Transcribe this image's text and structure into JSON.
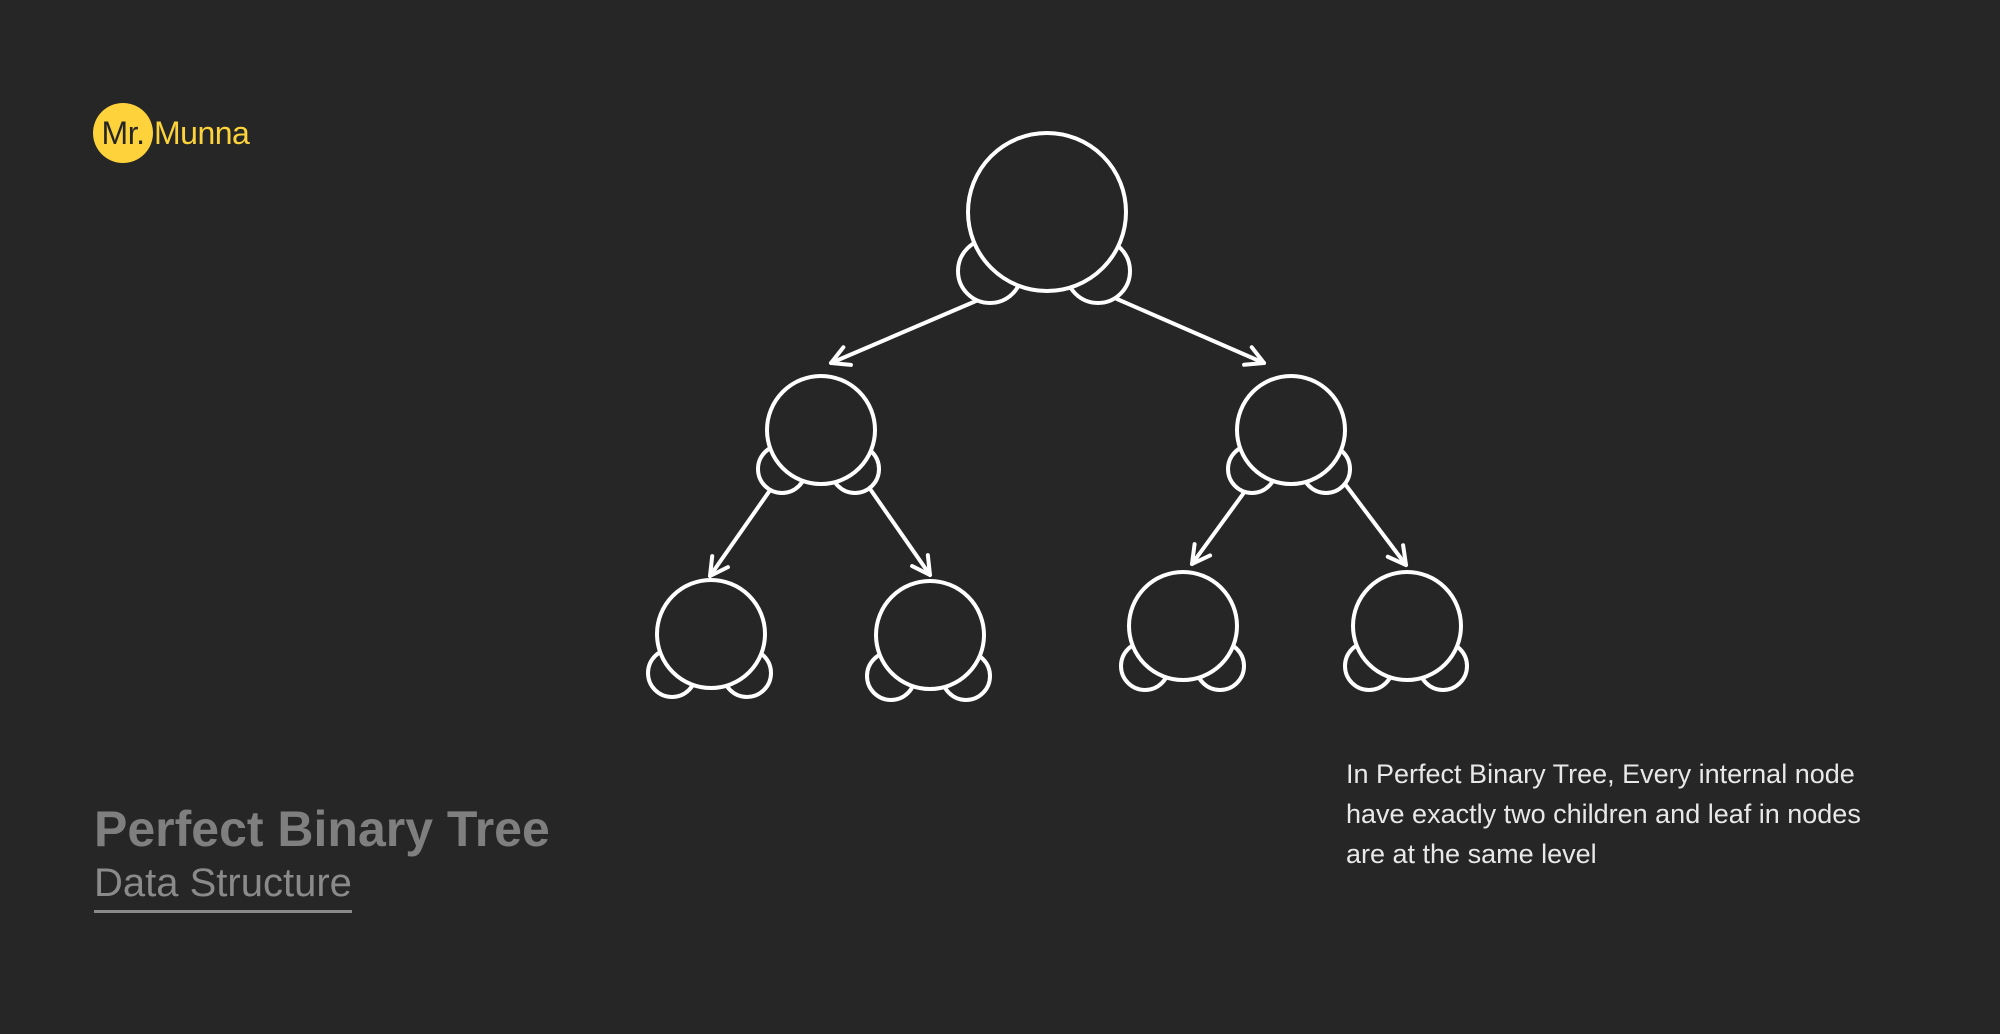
{
  "brand": {
    "mr": "Mr.",
    "name": "Munna",
    "accent_color": "#FDD23A"
  },
  "colors": {
    "background": "#262626",
    "stroke": "#FFFFFF",
    "title": "#7F7F7F"
  },
  "diagram": {
    "nodes": [
      {
        "id": "root"
      },
      {
        "id": "left"
      },
      {
        "id": "right"
      },
      {
        "id": "left-left"
      },
      {
        "id": "left-right"
      },
      {
        "id": "right-left"
      },
      {
        "id": "right-right"
      }
    ],
    "edges": [
      {
        "from": "root",
        "to": "left"
      },
      {
        "from": "root",
        "to": "right"
      },
      {
        "from": "left",
        "to": "left-left"
      },
      {
        "from": "left",
        "to": "left-right"
      },
      {
        "from": "right",
        "to": "right-left"
      },
      {
        "from": "right",
        "to": "right-right"
      }
    ]
  },
  "title": "Perfect Binary Tree",
  "subtitle": "Data Structure",
  "description": "In Perfect Binary Tree, Every internal node have exactly two children and leaf in nodes are at the same level"
}
